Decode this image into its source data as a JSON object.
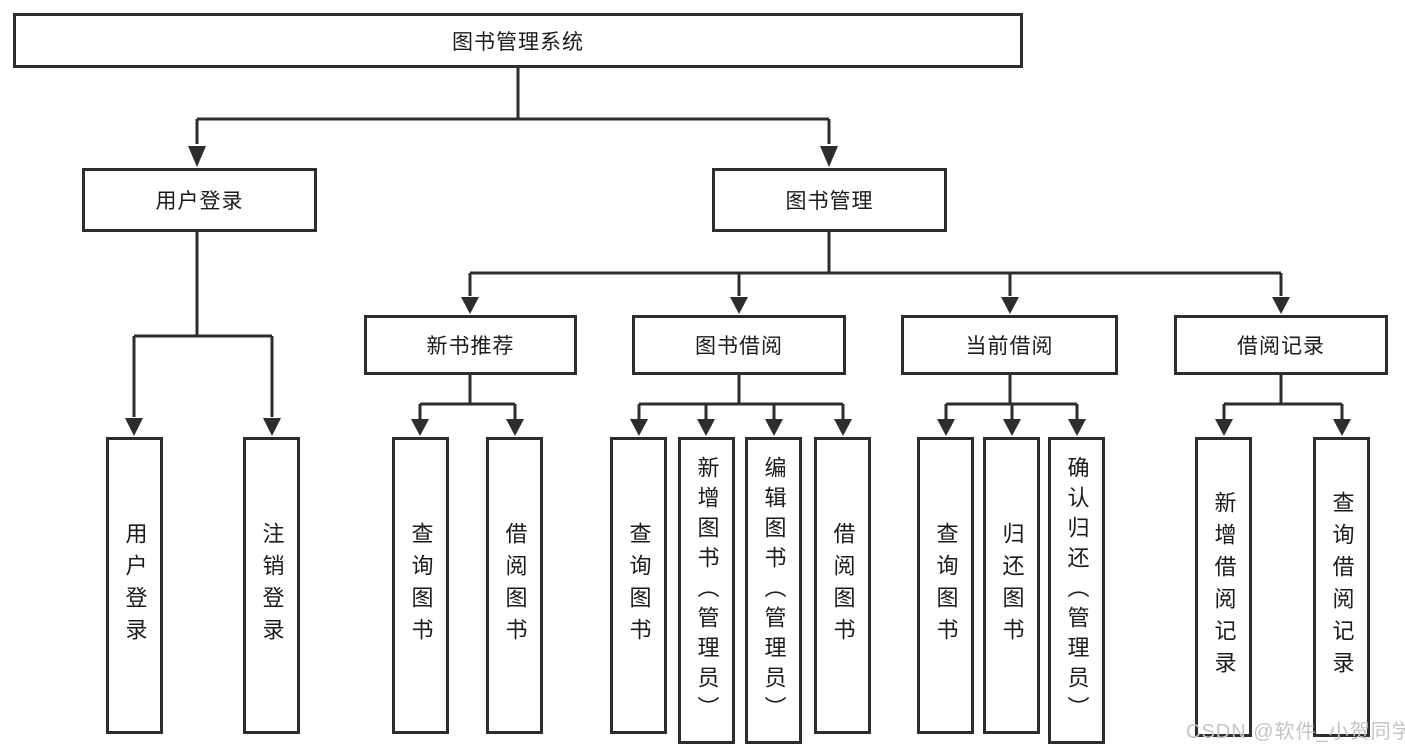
{
  "diagram_type": "hierarchy",
  "nodes": {
    "root": {
      "label": "图书管理系统"
    },
    "level2": [
      {
        "label": "用户登录"
      },
      {
        "label": "图书管理"
      }
    ],
    "level3": [
      {
        "label": "新书推荐",
        "parent": "图书管理"
      },
      {
        "label": "图书借阅",
        "parent": "图书管理"
      },
      {
        "label": "当前借阅",
        "parent": "图书管理"
      },
      {
        "label": "借阅记录",
        "parent": "图书管理"
      }
    ],
    "leaves": [
      {
        "label": "用户登录",
        "parent": "用户登录"
      },
      {
        "label": "注销登录",
        "parent": "用户登录"
      },
      {
        "label": "查询图书",
        "parent": "新书推荐"
      },
      {
        "label": "借阅图书",
        "parent": "新书推荐"
      },
      {
        "label": "查询图书",
        "parent": "图书借阅"
      },
      {
        "label": "新增图书（管理员）",
        "parent": "图书借阅"
      },
      {
        "label": "编辑图书（管理员）",
        "parent": "图书借阅"
      },
      {
        "label": "借阅图书",
        "parent": "图书借阅"
      },
      {
        "label": "查询图书",
        "parent": "当前借阅"
      },
      {
        "label": "归还图书",
        "parent": "当前借阅"
      },
      {
        "label": "确认归还（管理员）",
        "parent": "当前借阅"
      },
      {
        "label": "新增借阅记录",
        "parent": "借阅记录"
      },
      {
        "label": "查询借阅记录",
        "parent": "借阅记录"
      }
    ]
  },
  "watermark": {
    "text": "CSDN @软件_小贺同学"
  },
  "colors": {
    "line": "#2d2d2d",
    "text": "#1b1b1b",
    "watermark": "#c4c4c4",
    "background": "#ffffff"
  }
}
